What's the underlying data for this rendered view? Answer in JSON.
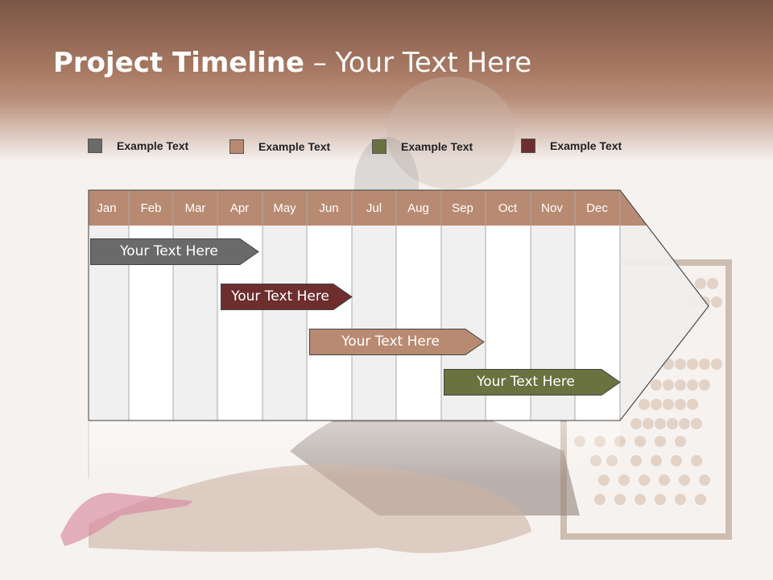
{
  "slide": {
    "title_bold": "Project Timeline",
    "title_rest": " – Your Text Here"
  },
  "legend": [
    {
      "label": "Example Text",
      "color": "#6a6a6a"
    },
    {
      "label": "Example Text",
      "color": "#b98a72"
    },
    {
      "label": "Example Text",
      "color": "#6a7240"
    },
    {
      "label": "Example Text",
      "color": "#6e2e2e"
    }
  ],
  "months": [
    "Jan",
    "Feb",
    "Mar",
    "Apr",
    "May",
    "Jun",
    "Jul",
    "Aug",
    "Sep",
    "Oct",
    "Nov",
    "Dec"
  ],
  "tasks": [
    {
      "label": "Your  Text Here",
      "color": "#6a6a6a"
    },
    {
      "label": "Your  Text Here",
      "color": "#6e2e2e"
    },
    {
      "label": "Your  Text Here",
      "color": "#b98a72"
    },
    {
      "label": "Your  Text Here",
      "color": "#6a7240"
    }
  ],
  "colors": {
    "header_brown": "#a97a63",
    "month_bar": "#b98a72"
  }
}
